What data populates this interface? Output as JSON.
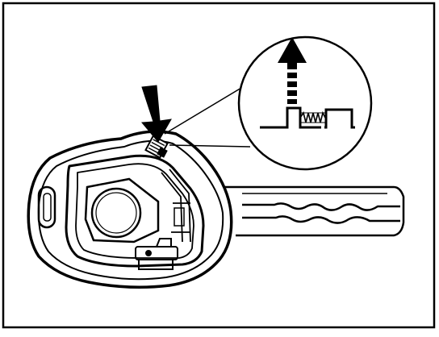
{
  "figure": {
    "kind": "technical line drawing",
    "subject": "key",
    "colors": {
      "ink": "#000000",
      "paper": "#ffffff"
    },
    "icons": {
      "pointer": "down-arrow-icon",
      "lift": "up-arrow-icon"
    },
    "detail_view": "magnified-inset-circle"
  }
}
